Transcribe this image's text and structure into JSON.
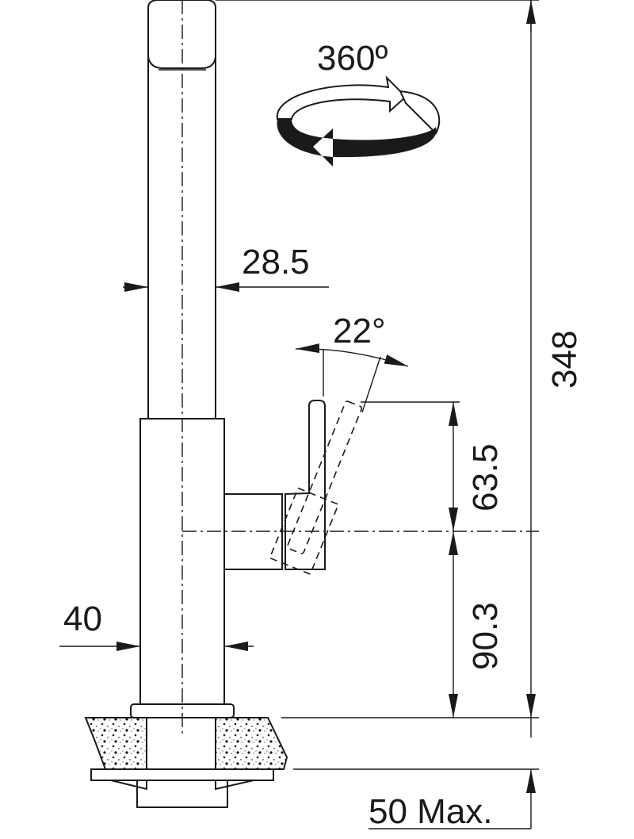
{
  "drawing": {
    "rotation_label": "360º",
    "spout_width": "28.5",
    "lever_angle": "22°",
    "total_height": "348",
    "lever_height": "63.5",
    "lever_axis_height": "90.3",
    "body_width": "40",
    "countertop_thickness": "50 Max."
  }
}
